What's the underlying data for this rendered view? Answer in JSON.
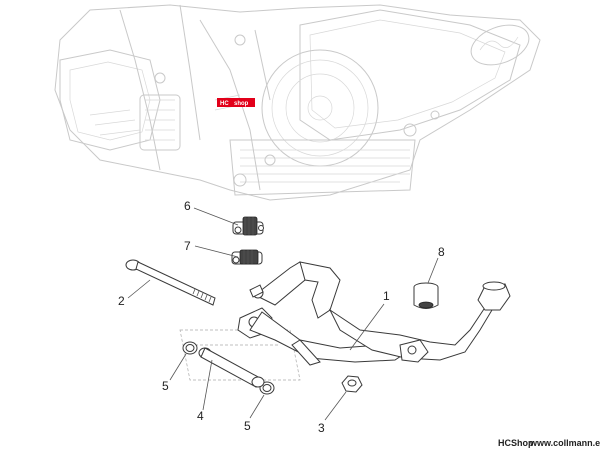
{
  "badge": {
    "left": "HC",
    "right": "shop"
  },
  "callouts": [
    {
      "id": "1",
      "text": "1"
    },
    {
      "id": "2",
      "text": "2"
    },
    {
      "id": "3",
      "text": "3"
    },
    {
      "id": "4",
      "text": "4"
    },
    {
      "id": "5a",
      "text": "5"
    },
    {
      "id": "5b",
      "text": "5"
    },
    {
      "id": "6",
      "text": "6"
    },
    {
      "id": "7",
      "text": "7"
    },
    {
      "id": "8",
      "text": "8"
    }
  ],
  "footer": {
    "shop": "HCShop",
    "site": "www.collmann.eu"
  },
  "colors": {
    "badge_red": "#e2001a",
    "line": "#3a3a3a",
    "engine": "#c9c9c9"
  }
}
